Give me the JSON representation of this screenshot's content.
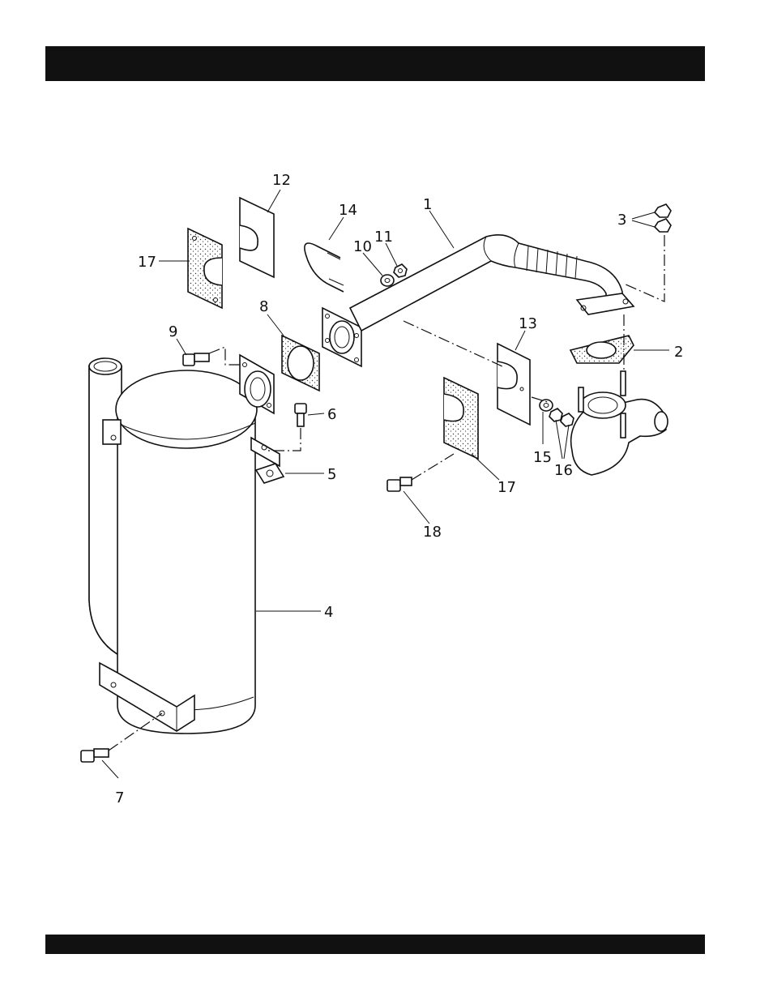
{
  "header_bar": {
    "text": ""
  },
  "footer_bar": {
    "text": ""
  },
  "diagram": {
    "callouts": [
      {
        "id": "c1",
        "label": "1"
      },
      {
        "id": "c2",
        "label": "2"
      },
      {
        "id": "c3",
        "label": "3"
      },
      {
        "id": "c4",
        "label": "4"
      },
      {
        "id": "c5",
        "label": "5"
      },
      {
        "id": "c6",
        "label": "6"
      },
      {
        "id": "c7",
        "label": "7"
      },
      {
        "id": "c8",
        "label": "8"
      },
      {
        "id": "c9",
        "label": "9"
      },
      {
        "id": "c10",
        "label": "10"
      },
      {
        "id": "c11",
        "label": "11"
      },
      {
        "id": "c12",
        "label": "12"
      },
      {
        "id": "c13",
        "label": "13"
      },
      {
        "id": "c14",
        "label": "14"
      },
      {
        "id": "c15",
        "label": "15"
      },
      {
        "id": "c16",
        "label": "16"
      },
      {
        "id": "c17a",
        "label": "17"
      },
      {
        "id": "c17b",
        "label": "17"
      },
      {
        "id": "c18",
        "label": "18"
      }
    ]
  }
}
